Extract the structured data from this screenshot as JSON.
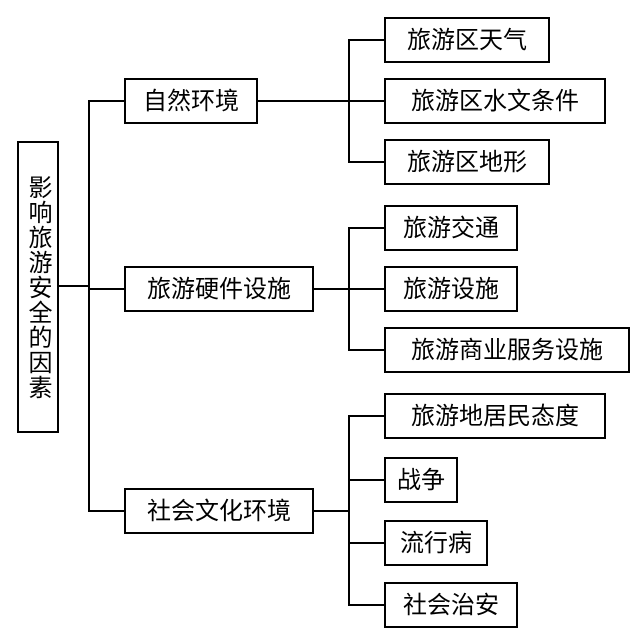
{
  "root": {
    "label": "影响旅游安全的因素"
  },
  "categories": [
    {
      "label": "自然环境",
      "children": [
        "旅游区天气",
        "旅游区水文条件",
        "旅游区地形"
      ]
    },
    {
      "label": "旅游硬件设施",
      "children": [
        "旅游交通",
        "旅游设施",
        "旅游商业服务设施"
      ]
    },
    {
      "label": "社会文化环境",
      "children": [
        "旅游地居民态度",
        "战争",
        "流行病",
        "社会治安"
      ]
    }
  ]
}
